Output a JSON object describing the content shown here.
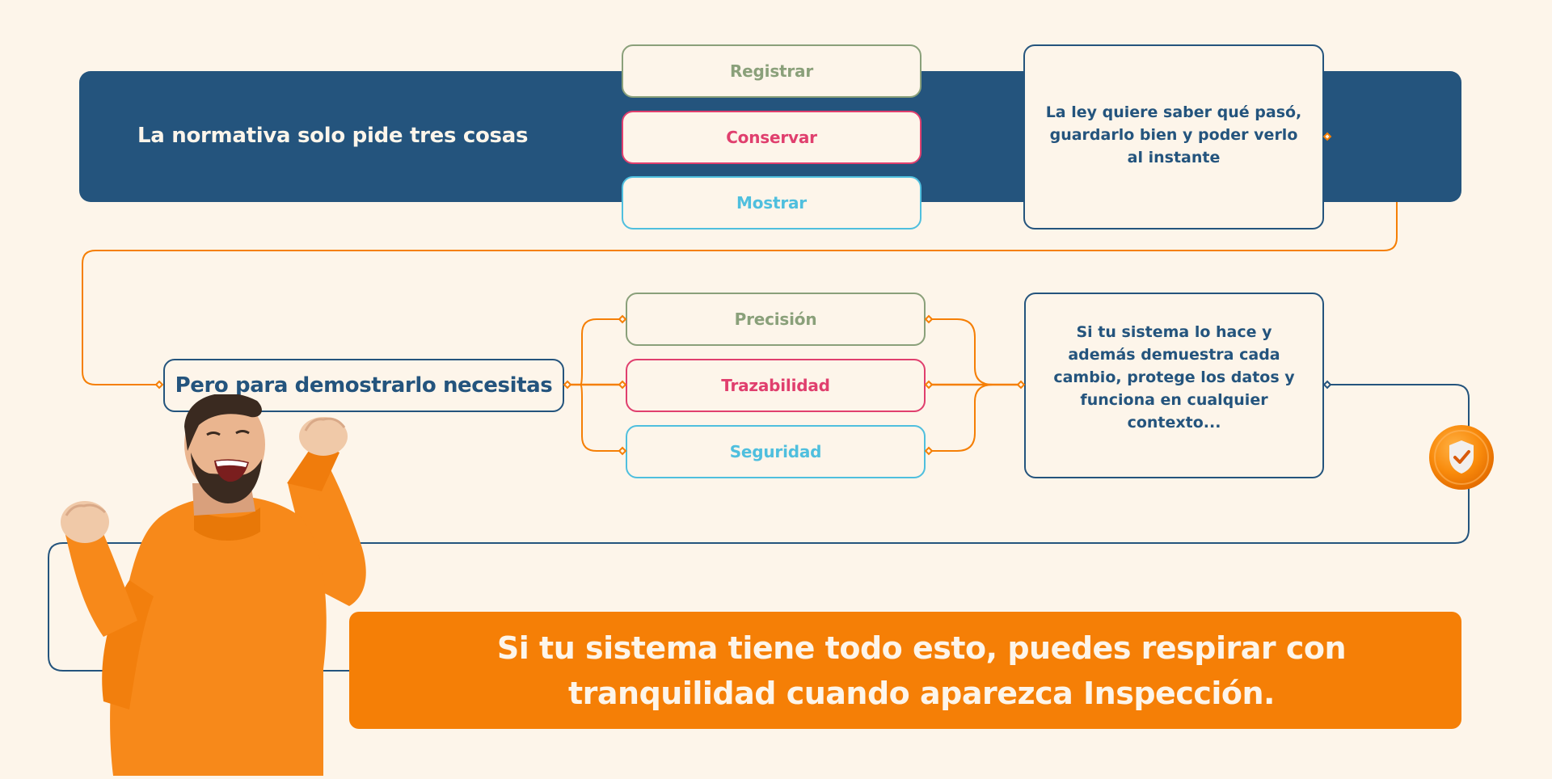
{
  "colors": {
    "background": "#fdf5ea",
    "navy": "#24547d",
    "orange": "#f57f06",
    "green": "#8aa07a",
    "pink": "#e03f6e",
    "cyan": "#4fbfde"
  },
  "section1": {
    "banner_title": "La normativa solo pide tres cosas",
    "requirements": [
      {
        "label": "Registrar",
        "color": "#8aa07a"
      },
      {
        "label": "Conservar",
        "color": "#e03f6e"
      },
      {
        "label": "Mostrar",
        "color": "#4fbfde"
      }
    ],
    "summary": "La ley quiere saber qué pasó, guardarlo bien y poder verlo al instante"
  },
  "section2": {
    "title": "Pero para demostrarlo necesitas",
    "needs": [
      {
        "label": "Precisión",
        "color": "#8aa07a"
      },
      {
        "label": "Trazabilidad",
        "color": "#e03f6e"
      },
      {
        "label": "Seguridad",
        "color": "#4fbfde"
      }
    ],
    "summary": "Si tu sistema lo hace y además demuestra cada cambio, protege los datos y funciona en cualquier contexto..."
  },
  "badge": {
    "icon": "shield-check-icon"
  },
  "illustration": {
    "subject": "celebrating-man-orange-sweater"
  },
  "conclusion": {
    "text": "Si tu sistema tiene todo esto, puedes respirar con tranquilidad cuando aparezca Inspección."
  }
}
